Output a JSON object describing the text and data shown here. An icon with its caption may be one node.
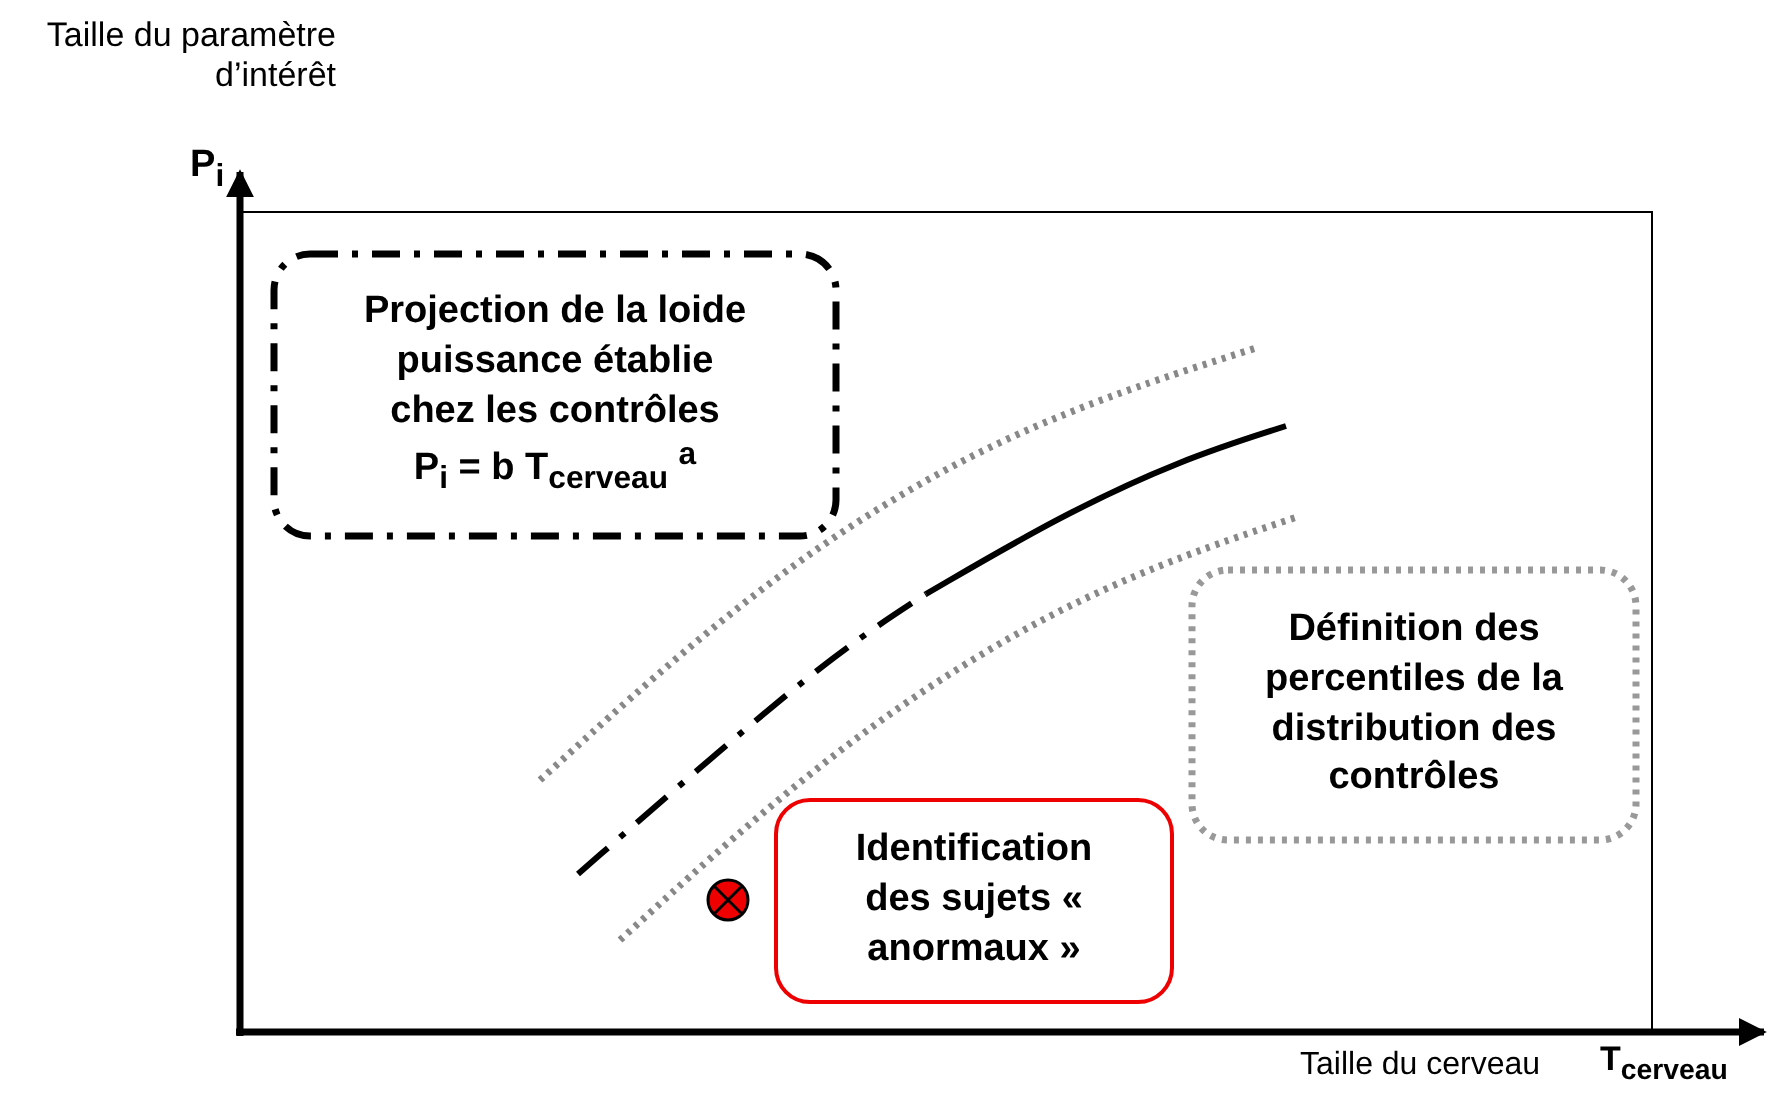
{
  "diagram": {
    "nodes": [
      {
        "text": [
          "Projection de la loide puissance établie chez les contrôles",
          "P$_{i}$ = b T$_{cerveau}$ $^{a}$"
        ]
      },
      {
        "text": [
          "Définition des percentiles de la distribution des contrôles"
        ]
      },
      {
        "text": [
          "Identification des sujets « anormaux »"
        ]
      }
    ],
    "labels": [
      "Taille du paramètre d’intérêt",
      "P$_{i}$",
      "Taille du cerveau",
      "T$_{cerveau}$"
    ]
  }
}
